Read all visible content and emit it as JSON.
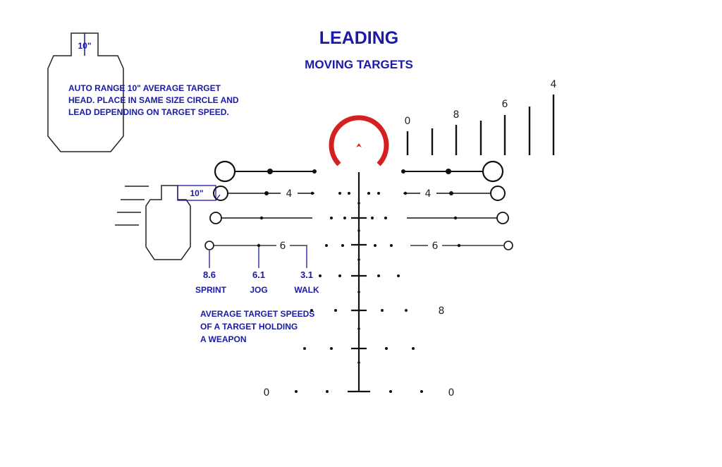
{
  "title": "LEADING",
  "subtitle": "MOVING TARGETS",
  "colors": {
    "annotation": "#1a1aa6",
    "reticle": "#111111",
    "reticle_circle": "#d42020"
  },
  "silhouette_large": {
    "head_label": "10\"",
    "note_lines": [
      "AUTO RANGE 10\" AVERAGE TARGET",
      "HEAD. PLACE IN SAME SIZE CIRCLE AND",
      "LEAD DEPENDING ON TARGET SPEED."
    ]
  },
  "silhouette_moving": {
    "head_label": "10\""
  },
  "speeds": [
    {
      "value": "8.6",
      "label": "SPRINT"
    },
    {
      "value": "6.1",
      "label": "JOG"
    },
    {
      "value": "3.1",
      "label": "WALK"
    }
  ],
  "speeds_note_lines": [
    "AVERAGE TARGET SPEEDS",
    "OF A TARGET HOLDING",
    "A WEAPON"
  ],
  "reticle_numbers": {
    "rangefinder_top": [
      "0",
      "8",
      "6",
      "4"
    ],
    "lead_row_2": [
      "4",
      "4"
    ],
    "lead_row_4": [
      "6",
      "6"
    ],
    "holdover_8": "8",
    "bottom": [
      "0",
      "0"
    ]
  }
}
